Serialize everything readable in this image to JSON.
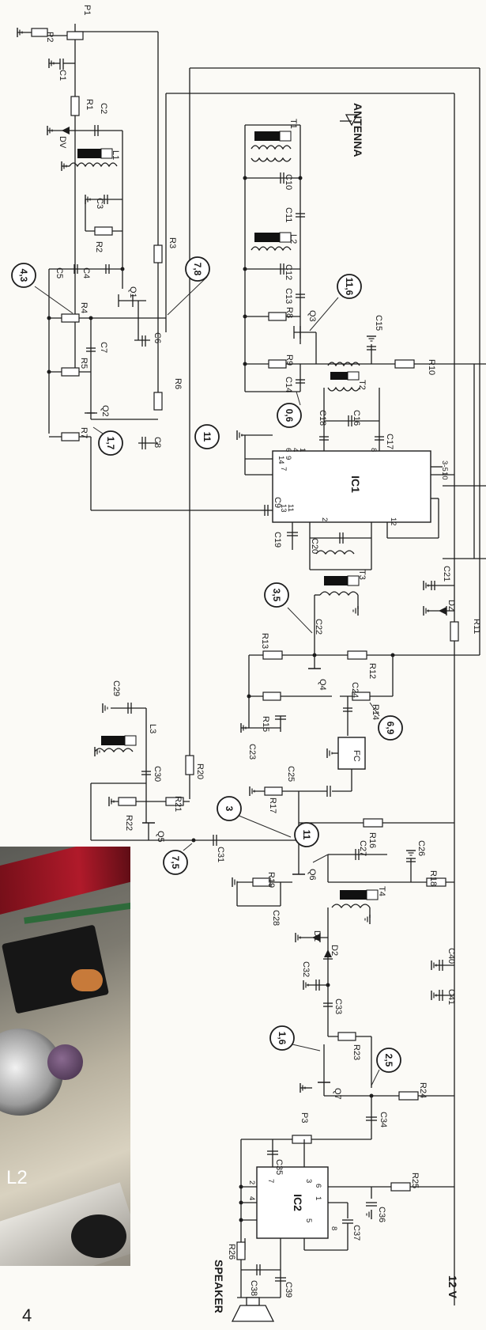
{
  "components": {
    "resistors": [
      {
        "name": "R1"
      },
      {
        "name": "R2"
      },
      {
        "name": "R3"
      },
      {
        "name": "R4"
      },
      {
        "name": "R5"
      },
      {
        "name": "R6"
      },
      {
        "name": "R7"
      },
      {
        "name": "R8"
      },
      {
        "name": "R9"
      },
      {
        "name": "R10"
      },
      {
        "name": "R11"
      },
      {
        "name": "R12"
      },
      {
        "name": "R13"
      },
      {
        "name": "R14"
      },
      {
        "name": "R15"
      },
      {
        "name": "R16"
      },
      {
        "name": "R17"
      },
      {
        "name": "R18"
      },
      {
        "name": "R19"
      },
      {
        "name": "R20"
      },
      {
        "name": "R21"
      },
      {
        "name": "R22"
      },
      {
        "name": "R23"
      },
      {
        "name": "R24"
      },
      {
        "name": "R25"
      },
      {
        "name": "R26"
      }
    ],
    "capacitors": [
      {
        "name": "C1"
      },
      {
        "name": "C2"
      },
      {
        "name": "C3"
      },
      {
        "name": "C4"
      },
      {
        "name": "C5"
      },
      {
        "name": "C6"
      },
      {
        "name": "C7"
      },
      {
        "name": "C8"
      },
      {
        "name": "C9"
      },
      {
        "name": "C10"
      },
      {
        "name": "C11"
      },
      {
        "name": "C12"
      },
      {
        "name": "C13"
      },
      {
        "name": "C14"
      },
      {
        "name": "C15"
      },
      {
        "name": "C16"
      },
      {
        "name": "C17"
      },
      {
        "name": "C18"
      },
      {
        "name": "C19"
      },
      {
        "name": "C20"
      },
      {
        "name": "C21"
      },
      {
        "name": "C22"
      },
      {
        "name": "C23"
      },
      {
        "name": "C24"
      },
      {
        "name": "C25"
      },
      {
        "name": "C26"
      },
      {
        "name": "C27"
      },
      {
        "name": "C28"
      },
      {
        "name": "C29"
      },
      {
        "name": "C30"
      },
      {
        "name": "C31"
      },
      {
        "name": "C32"
      },
      {
        "name": "C33"
      },
      {
        "name": "C34"
      },
      {
        "name": "C35"
      },
      {
        "name": "C36"
      },
      {
        "name": "C37"
      },
      {
        "name": "C38"
      },
      {
        "name": "C39"
      },
      {
        "name": "C40"
      },
      {
        "name": "C41"
      }
    ],
    "transistors": [
      {
        "name": "Q1"
      },
      {
        "name": "Q2"
      },
      {
        "name": "Q3"
      },
      {
        "name": "Q4"
      },
      {
        "name": "Q5"
      },
      {
        "name": "Q6"
      },
      {
        "name": "Q7"
      }
    ],
    "coils": [
      {
        "name": "L1"
      },
      {
        "name": "L2"
      },
      {
        "name": "L3"
      },
      {
        "name": "T1"
      },
      {
        "name": "T2"
      },
      {
        "name": "T3"
      },
      {
        "name": "T4"
      }
    ],
    "diodes": [
      {
        "name": "DV"
      },
      {
        "name": "DZ"
      },
      {
        "name": "D1"
      },
      {
        "name": "D2"
      }
    ],
    "others": [
      {
        "name": "P1"
      },
      {
        "name": "P2"
      },
      {
        "name": "P3"
      },
      {
        "name": "FC"
      }
    ]
  },
  "ics": [
    {
      "name": "IC1",
      "pins": [
        "7",
        "14",
        "9",
        "6",
        "4",
        "1",
        "8",
        "3-5",
        "10",
        "13",
        "11",
        "2",
        "12"
      ]
    },
    {
      "name": "IC2",
      "pins": [
        "7",
        "3",
        "6",
        "1",
        "2",
        "4",
        "5",
        "8"
      ]
    }
  ],
  "measurements": [
    {
      "value": "4,3"
    },
    {
      "value": "7,8"
    },
    {
      "value": "1,7"
    },
    {
      "value": "11,6"
    },
    {
      "value": "0,6"
    },
    {
      "value": "11"
    },
    {
      "value": "3,5"
    },
    {
      "value": "6,9"
    },
    {
      "value": "3"
    },
    {
      "value": "11"
    },
    {
      "value": "7,5"
    },
    {
      "value": "1,6"
    },
    {
      "value": "2,5"
    }
  ],
  "labels": {
    "antenna": "ANTENNA",
    "speaker": "SPEAKER",
    "supply": "12 V",
    "photo_label": "L2",
    "page_number": "4"
  },
  "colors": {
    "ink": "#1d1d1d",
    "paper": "#fbfaf6",
    "coil_core": "#111111"
  },
  "icons": [
    "ground-symbol",
    "antenna-symbol",
    "speaker-symbol",
    "circuit-photo"
  ]
}
